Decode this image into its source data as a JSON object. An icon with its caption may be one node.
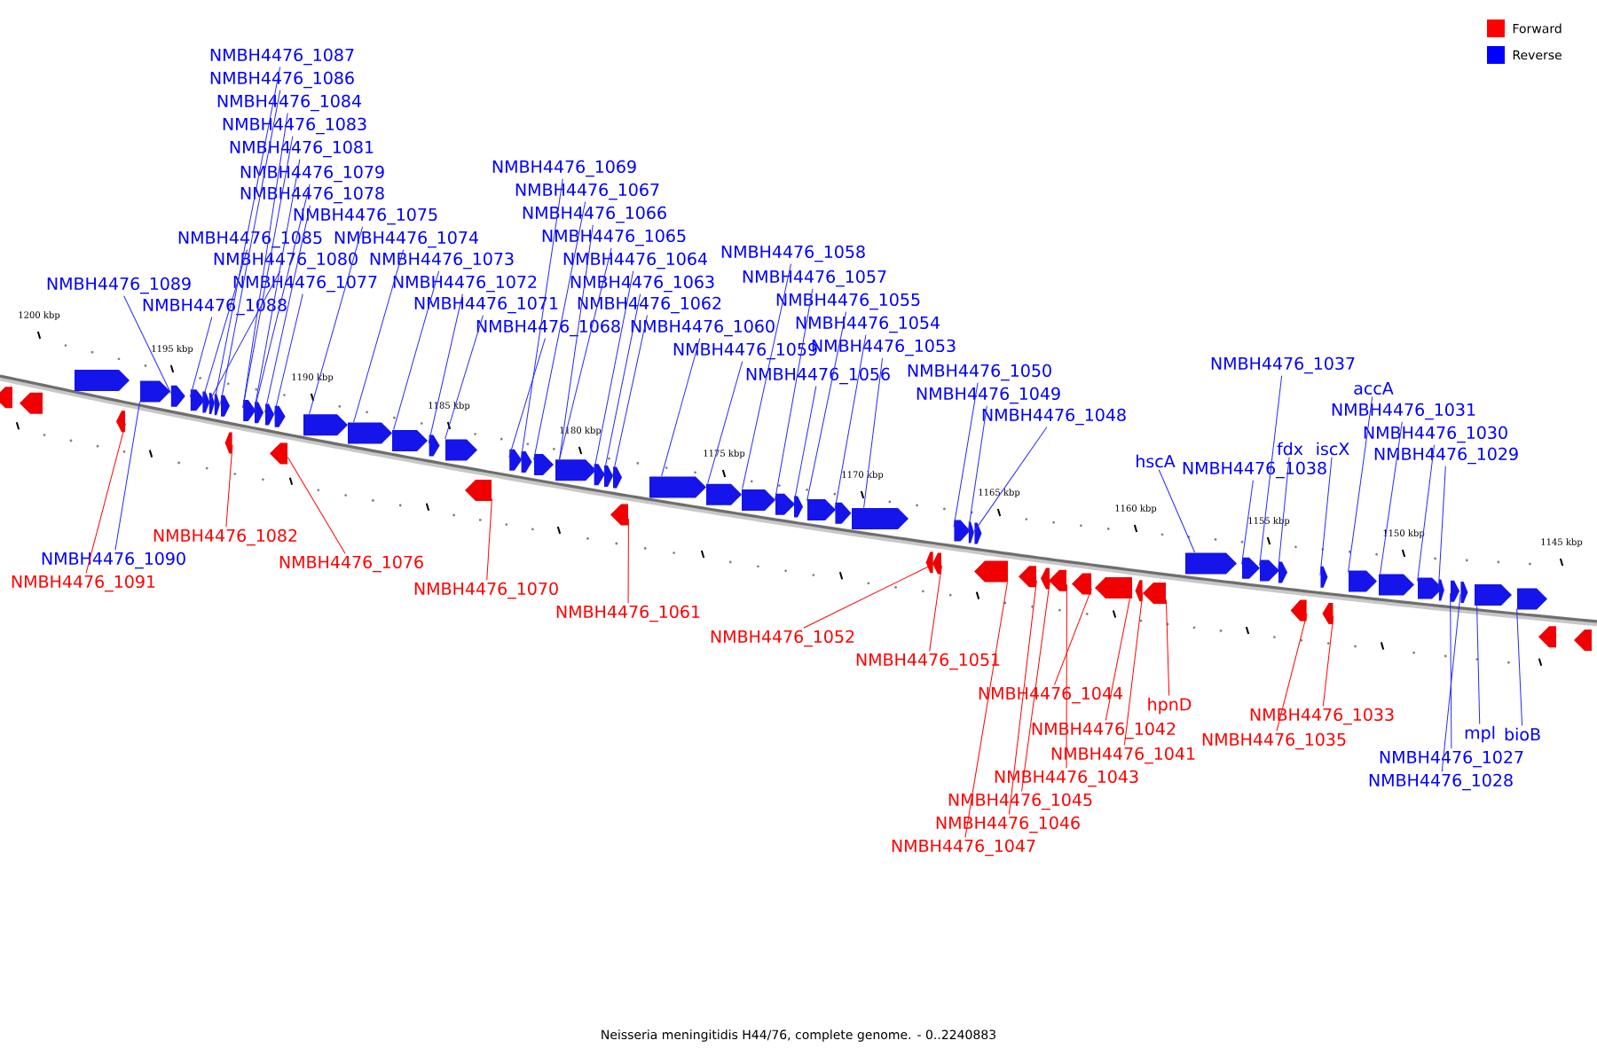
{
  "diagram": {
    "caption": "Neisseria meningitidis H44/76, complete genome. - 0..2240883",
    "nodes": [
      {
        "text": [],
        "shape": "arrow"
      },
      {
        "text": [],
        "shape": "arrow"
      },
      {
        "text": [],
        "shape": "arrow"
      },
      {
        "text": [],
        "shape": "arrow"
      },
      {
        "text": [],
        "shape": "arrow"
      },
      {
        "text": [],
        "shape": "arrow"
      },
      {
        "text": [],
        "shape": "arrow"
      },
      {
        "text": [],
        "shape": "arrow"
      },
      {
        "text": [],
        "shape": "arrow"
      },
      {
        "text": [],
        "shape": "arrow"
      },
      {
        "text": [],
        "shape": "arrow"
      },
      {
        "text": [],
        "shape": "arrow"
      },
      {
        "text": [],
        "shape": "arrow"
      },
      {
        "text": [],
        "shape": "arrow"
      },
      {
        "text": [],
        "shape": "arrow"
      },
      {
        "text": [],
        "shape": "arrow"
      },
      {
        "text": [],
        "shape": "arrow"
      },
      {
        "text": [],
        "shape": "arrow"
      },
      {
        "text": [],
        "shape": "arrow"
      },
      {
        "text": [],
        "shape": "arrow"
      },
      {
        "text": [],
        "shape": "arrow"
      },
      {
        "text": [],
        "shape": "arrow"
      },
      {
        "text": [],
        "shape": "arrow"
      },
      {
        "text": [],
        "shape": "arrow"
      },
      {
        "text": [],
        "shape": "arrow"
      },
      {
        "text": [],
        "shape": "arrow"
      },
      {
        "text": [],
        "shape": "arrow"
      },
      {
        "text": [],
        "shape": "arrow"
      },
      {
        "text": [],
        "shape": "arrow"
      },
      {
        "text": [],
        "shape": "arrow"
      },
      {
        "text": [],
        "shape": "arrow"
      },
      {
        "text": [],
        "shape": "arrow"
      },
      {
        "text": [],
        "shape": "arrow"
      },
      {
        "text": [],
        "shape": "arrow"
      },
      {
        "text": [],
        "shape": "arrow"
      },
      {
        "text": [],
        "shape": "arrow"
      },
      {
        "text": [],
        "shape": "arrow"
      },
      {
        "text": [],
        "shape": "arrow"
      },
      {
        "text": [],
        "shape": "arrow"
      },
      {
        "text": [],
        "shape": "arrow"
      },
      {
        "text": [],
        "shape": "arrow"
      },
      {
        "text": [],
        "shape": "arrow"
      },
      {
        "text": [],
        "shape": "arrow"
      },
      {
        "text": [],
        "shape": "arrow"
      },
      {
        "text": [],
        "shape": "arrow"
      },
      {
        "text": [],
        "shape": "arrow"
      },
      {
        "text": [],
        "shape": "arrow"
      },
      {
        "text": [],
        "shape": "arrow"
      },
      {
        "text": [],
        "shape": "arrow"
      },
      {
        "text": [],
        "shape": "arrow"
      },
      {
        "text": [],
        "shape": "arrow"
      },
      {
        "text": [],
        "shape": "arrow"
      },
      {
        "text": [],
        "shape": "arrow"
      },
      {
        "text": [],
        "shape": "arrow"
      },
      {
        "text": [],
        "shape": "arrow"
      },
      {
        "text": [],
        "shape": "arrow"
      },
      {
        "text": [],
        "shape": "arrow"
      },
      {
        "text": [],
        "shape": "arrow"
      },
      {
        "text": [],
        "shape": "arrow"
      },
      {
        "text": [],
        "shape": "arrow"
      },
      {
        "text": [],
        "shape": "arrow"
      },
      {
        "text": [],
        "shape": "arrow"
      },
      {
        "text": [],
        "shape": "arrow"
      },
      {
        "text": [],
        "shape": "arrow"
      },
      {
        "text": [],
        "shape": "arrow"
      },
      {
        "text": [],
        "shape": "arrow"
      },
      {
        "text": [],
        "shape": "arrow"
      },
      {
        "text": [],
        "shape": "arrow"
      },
      {
        "text": [],
        "shape": "arrow"
      },
      {
        "text": [
          "NMBH4476_1087"
        ]
      },
      {
        "text": [
          "NMBH4476_1086"
        ]
      },
      {
        "text": [
          "NMBH4476_1084"
        ]
      },
      {
        "text": [
          "NMBH4476_1083"
        ]
      },
      {
        "text": [
          "NMBH4476_1081"
        ]
      },
      {
        "text": [
          "NMBH4476_1079"
        ]
      },
      {
        "text": [
          "NMBH4476_1078"
        ]
      },
      {
        "text": [
          "NMBH4476_1075"
        ]
      },
      {
        "text": [
          "NMBH4476_1085"
        ]
      },
      {
        "text": [
          "NMBH4476_1074"
        ]
      },
      {
        "text": [
          "NMBH4476_1080"
        ]
      },
      {
        "text": [
          "NMBH4476_1073"
        ]
      },
      {
        "text": [
          "NMBH4476_1089"
        ]
      },
      {
        "text": [
          "NMBH4476_1077"
        ]
      },
      {
        "text": [
          "NMBH4476_1072"
        ]
      },
      {
        "text": [
          "NMBH4476_1088"
        ]
      },
      {
        "text": [
          "NMBH4476_1071"
        ]
      },
      {
        "text": [
          "NMBH4476_1069"
        ]
      },
      {
        "text": [
          "NMBH4476_1067"
        ]
      },
      {
        "text": [
          "NMBH4476_1066"
        ]
      },
      {
        "text": [
          "NMBH4476_1065"
        ]
      },
      {
        "text": [
          "NMBH4476_1064"
        ]
      },
      {
        "text": [
          "NMBH4476_1063"
        ]
      },
      {
        "text": [
          "NMBH4476_1062"
        ]
      },
      {
        "text": [
          "NMBH4476_1068"
        ]
      },
      {
        "text": [
          "NMBH4476_1060"
        ]
      },
      {
        "text": [
          "NMBH4476_1058"
        ]
      },
      {
        "text": [
          "NMBH4476_1057"
        ]
      },
      {
        "text": [
          "NMBH4476_1055"
        ]
      },
      {
        "text": [
          "NMBH4476_1054"
        ]
      },
      {
        "text": [
          "NMBH4476_1053"
        ]
      },
      {
        "text": [
          "NMBH4476_1059"
        ]
      },
      {
        "text": [
          "NMBH4476_1056"
        ]
      },
      {
        "text": [
          "NMBH4476_1050"
        ]
      },
      {
        "text": [
          "NMBH4476_1049"
        ]
      },
      {
        "text": [
          "NMBH4476_1048"
        ]
      },
      {
        "text": [
          "NMBH4476_1037"
        ]
      },
      {
        "text": [
          "accA"
        ]
      },
      {
        "text": [
          "NMBH4476_1031"
        ]
      },
      {
        "text": [
          "NMBH4476_1030"
        ]
      },
      {
        "text": [
          "fdx"
        ]
      },
      {
        "text": [
          "iscX"
        ]
      },
      {
        "text": [
          "NMBH4476_1029"
        ]
      },
      {
        "text": [
          "hscA"
        ]
      },
      {
        "text": [
          "NMBH4476_1038"
        ]
      },
      {
        "text": [
          "NMBH4476_1082"
        ]
      },
      {
        "text": [
          "NMBH4476_1090"
        ]
      },
      {
        "text": [
          "NMBH4476_1076"
        ]
      },
      {
        "text": [
          "NMBH4476_1091"
        ]
      },
      {
        "text": [
          "NMBH4476_1070"
        ]
      },
      {
        "text": [
          "NMBH4476_1061"
        ]
      },
      {
        "text": [
          "NMBH4476_1052"
        ]
      },
      {
        "text": [
          "NMBH4476_1051"
        ]
      },
      {
        "text": [
          "NMBH4476_1044"
        ]
      },
      {
        "text": [
          "hpnD"
        ]
      },
      {
        "text": [
          "NMBH4476_1033"
        ]
      },
      {
        "text": [
          "mpl"
        ]
      },
      {
        "text": [
          "bioB"
        ]
      },
      {
        "text": [
          "NMBH4476_1042"
        ]
      },
      {
        "text": [
          "NMBH4476_1035"
        ]
      },
      {
        "text": [
          "NMBH4476_1041"
        ]
      },
      {
        "text": [
          "NMBH4476_1027"
        ]
      },
      {
        "text": [
          "NMBH4476_1043"
        ]
      },
      {
        "text": [
          "NMBH4476_1028"
        ]
      },
      {
        "text": [
          "NMBH4476_1045"
        ]
      },
      {
        "text": [
          "NMBH4476_1046"
        ]
      },
      {
        "text": [
          "NMBH4476_1047"
        ]
      }
    ],
    "edges": [
      {
        "from": 69,
        "to": 6,
        "arrow": "none"
      },
      {
        "from": 70,
        "to": 7,
        "arrow": "none"
      },
      {
        "from": 71,
        "to": 8,
        "arrow": "none"
      },
      {
        "from": 72,
        "to": 8,
        "arrow": "none"
      },
      {
        "from": 73,
        "to": 9,
        "arrow": "none"
      },
      {
        "from": 74,
        "to": 9,
        "arrow": "none"
      },
      {
        "from": 75,
        "to": 10,
        "arrow": "none"
      },
      {
        "from": 76,
        "to": 12,
        "arrow": "none"
      },
      {
        "from": 77,
        "to": 4,
        "arrow": "none"
      },
      {
        "from": 78,
        "to": 13,
        "arrow": "none"
      },
      {
        "from": 79,
        "to": 5,
        "arrow": "none"
      },
      {
        "from": 80,
        "to": 14,
        "arrow": "none"
      },
      {
        "from": 81,
        "to": 2,
        "arrow": "none"
      },
      {
        "from": 82,
        "to": 11,
        "arrow": "none"
      },
      {
        "from": 83,
        "to": 15,
        "arrow": "none"
      },
      {
        "from": 84,
        "to": 3,
        "arrow": "none"
      },
      {
        "from": 85,
        "to": 16,
        "arrow": "none"
      },
      {
        "from": 86,
        "to": 18,
        "arrow": "none"
      },
      {
        "from": 87,
        "to": 19,
        "arrow": "none"
      },
      {
        "from": 88,
        "to": 20,
        "arrow": "none"
      },
      {
        "from": 89,
        "to": 20,
        "arrow": "none"
      },
      {
        "from": 90,
        "to": 21,
        "arrow": "none"
      },
      {
        "from": 91,
        "to": 22,
        "arrow": "none"
      },
      {
        "from": 92,
        "to": 23,
        "arrow": "none"
      },
      {
        "from": 93,
        "to": 17,
        "arrow": "none"
      },
      {
        "from": 94,
        "to": 24,
        "arrow": "none"
      },
      {
        "from": 95,
        "to": 26,
        "arrow": "none"
      },
      {
        "from": 96,
        "to": 27,
        "arrow": "none"
      },
      {
        "from": 97,
        "to": 29,
        "arrow": "none"
      },
      {
        "from": 98,
        "to": 30,
        "arrow": "none"
      },
      {
        "from": 99,
        "to": 31,
        "arrow": "none"
      },
      {
        "from": 100,
        "to": 25,
        "arrow": "none"
      },
      {
        "from": 101,
        "to": 28,
        "arrow": "none"
      },
      {
        "from": 102,
        "to": 32,
        "arrow": "none"
      },
      {
        "from": 103,
        "to": 33,
        "arrow": "none"
      },
      {
        "from": 104,
        "to": 34,
        "arrow": "none"
      },
      {
        "from": 105,
        "to": 37,
        "arrow": "none"
      },
      {
        "from": 106,
        "to": 40,
        "arrow": "none"
      },
      {
        "from": 107,
        "to": 41,
        "arrow": "none"
      },
      {
        "from": 108,
        "to": 42,
        "arrow": "none"
      },
      {
        "from": 109,
        "to": 38,
        "arrow": "none"
      },
      {
        "from": 110,
        "to": 39,
        "arrow": "none"
      },
      {
        "from": 111,
        "to": 43,
        "arrow": "none"
      },
      {
        "from": 112,
        "to": 35,
        "arrow": "none"
      },
      {
        "from": 113,
        "to": 36,
        "arrow": "none"
      },
      {
        "from": 114,
        "to": 51,
        "arrow": "none",
        "color": "#ff0000"
      },
      {
        "from": 115,
        "to": 1,
        "arrow": "none"
      },
      {
        "from": 116,
        "to": 52,
        "arrow": "none",
        "color": "#ff0000"
      },
      {
        "from": 117,
        "to": 50,
        "arrow": "none",
        "color": "#ff0000"
      },
      {
        "from": 118,
        "to": 53,
        "arrow": "none",
        "color": "#ff0000"
      },
      {
        "from": 119,
        "to": 54,
        "arrow": "none",
        "color": "#ff0000"
      },
      {
        "from": 120,
        "to": 55,
        "arrow": "none",
        "color": "#ff0000"
      },
      {
        "from": 121,
        "to": 56,
        "arrow": "none",
        "color": "#ff0000"
      },
      {
        "from": 122,
        "to": 61,
        "arrow": "none",
        "color": "#ff0000"
      },
      {
        "from": 123,
        "to": 64,
        "arrow": "none",
        "color": "#ff0000"
      },
      {
        "from": 124,
        "to": 66,
        "arrow": "none",
        "color": "#ff0000"
      },
      {
        "from": 125,
        "to": 46,
        "arrow": "none"
      },
      {
        "from": 126,
        "to": 47,
        "arrow": "none"
      },
      {
        "from": 127,
        "to": 62,
        "arrow": "none",
        "color": "#ff0000"
      },
      {
        "from": 128,
        "to": 65,
        "arrow": "none",
        "color": "#ff0000"
      },
      {
        "from": 129,
        "to": 63,
        "arrow": "none",
        "color": "#ff0000"
      },
      {
        "from": 130,
        "to": 44,
        "arrow": "none"
      },
      {
        "from": 131,
        "to": 60,
        "arrow": "none",
        "color": "#ff0000"
      },
      {
        "from": 132,
        "to": 45,
        "arrow": "none"
      },
      {
        "from": 133,
        "to": 59,
        "arrow": "none",
        "color": "#ff0000"
      },
      {
        "from": 134,
        "to": 58,
        "arrow": "none",
        "color": "#ff0000"
      },
      {
        "from": 135,
        "to": 57,
        "arrow": "none",
        "color": "#ff0000"
      }
    ],
    "labels": [
      "1200 kbp",
      "1195 kbp",
      "1190 kbp",
      "1185 kbp",
      "1180 kbp",
      "1175 kbp",
      "1170 kbp",
      "1165 kbp",
      "1160 kbp",
      "1155 kbp",
      "1150 kbp",
      "1145 kbp"
    ],
    "legend": [
      {
        "text": "Forward",
        "color": "#ff0000"
      },
      {
        "text": "Reverse",
        "color": "#0000ff"
      }
    ]
  }
}
